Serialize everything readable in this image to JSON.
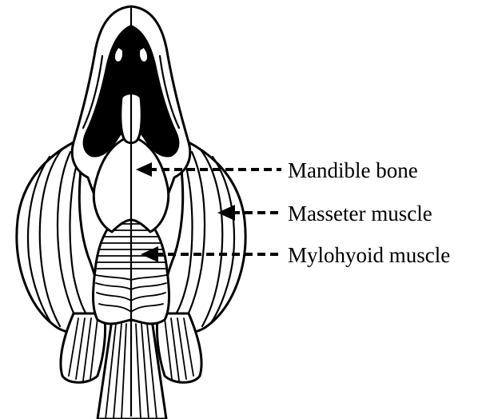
{
  "labels": [
    {
      "id": "mandible",
      "text": "Mandible bone"
    },
    {
      "id": "masseter",
      "text": "Masseter muscle"
    },
    {
      "id": "mylohyoid",
      "text": "Mylohyoid muscle"
    }
  ],
  "colors": {
    "ink": "#000000",
    "background": "#ffffff"
  }
}
